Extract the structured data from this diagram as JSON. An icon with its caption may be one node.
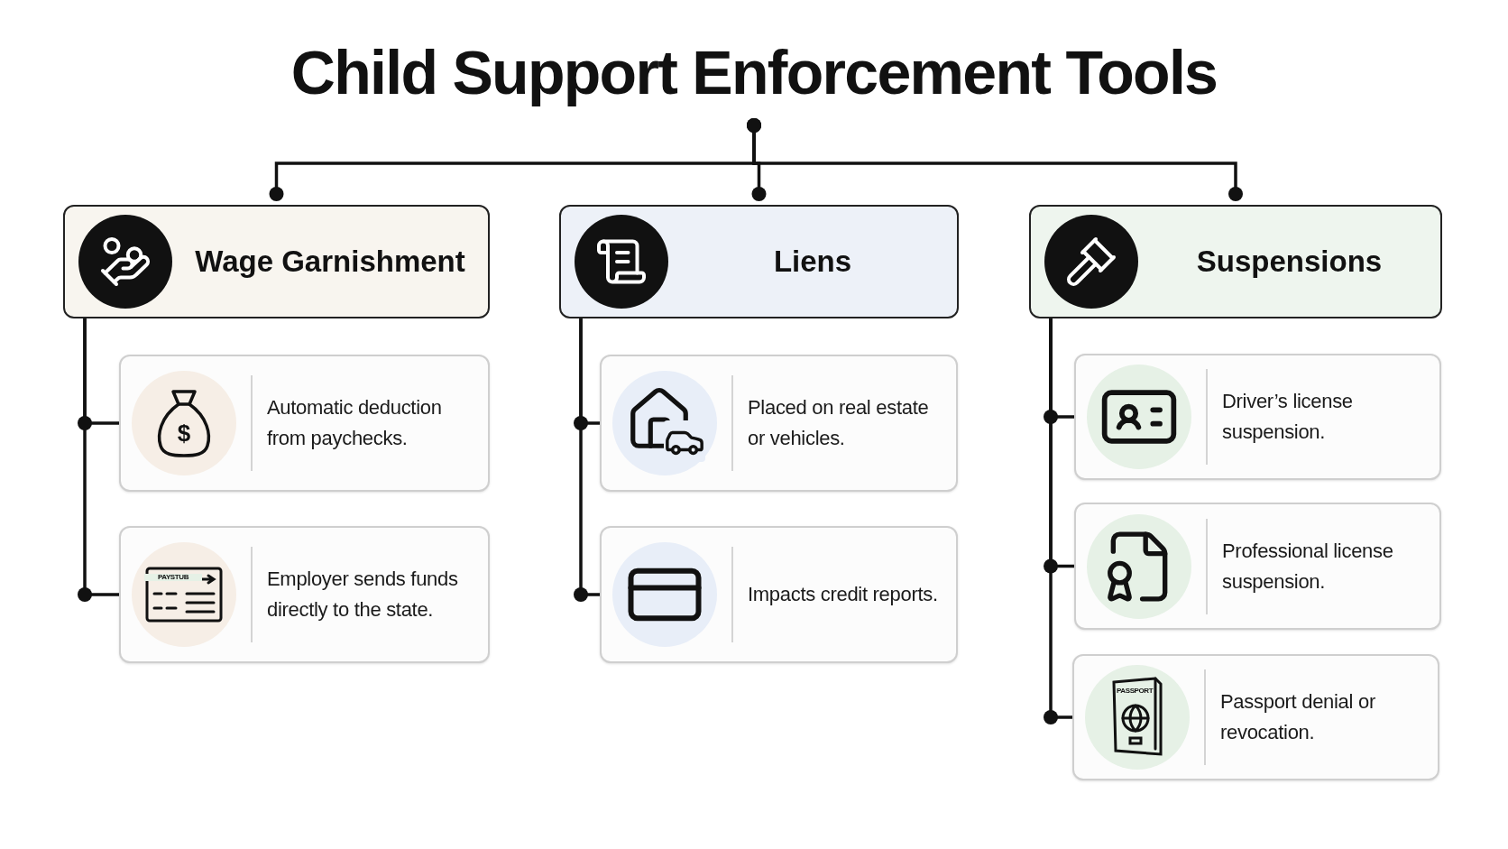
{
  "diagram": {
    "nodes": [
      {
        "text": [
          "Child Support Enforcement Tools"
        ]
      },
      {
        "text": [
          "Wage Garnishment"
        ]
      },
      {
        "text": [
          "Liens"
        ]
      },
      {
        "text": [
          "Suspensions"
        ]
      },
      {
        "text": [
          "Automatic deduction from paychecks."
        ]
      },
      {
        "text": [
          "Employer sends funds directly to the state."
        ]
      },
      {
        "text": [
          "Placed on real estate or vehicles."
        ]
      },
      {
        "text": [
          "Impacts credit reports."
        ]
      },
      {
        "text": [
          "Driver’s license suspension."
        ]
      },
      {
        "text": [
          "Professional license suspension."
        ]
      },
      {
        "text": [
          "Passport denial or revocation."
        ]
      }
    ],
    "edges": [
      {
        "from": 0,
        "to": 1,
        "arrow": "other"
      },
      {
        "from": 0,
        "to": 2,
        "arrow": "other"
      },
      {
        "from": 0,
        "to": 3,
        "arrow": "other"
      },
      {
        "from": 1,
        "to": 4,
        "arrow": "none"
      },
      {
        "from": 1,
        "to": 5,
        "arrow": "none"
      },
      {
        "from": 2,
        "to": 6,
        "arrow": "none"
      },
      {
        "from": 2,
        "to": 7,
        "arrow": "none"
      },
      {
        "from": 3,
        "to": 8,
        "arrow": "none"
      },
      {
        "from": 3,
        "to": 9,
        "arrow": "none"
      },
      {
        "from": 3,
        "to": 10,
        "arrow": "none"
      }
    ],
    "labels": [
      "$",
      "PAYSTUB",
      "PASSPORT"
    ]
  }
}
